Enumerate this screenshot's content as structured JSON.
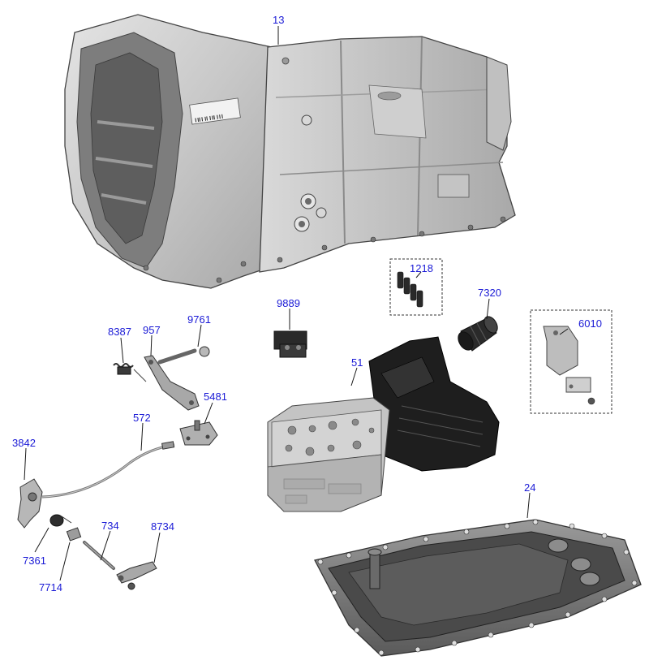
{
  "colors": {
    "callout_text": "#1a1ad6",
    "leader_line": "#1a1a1a",
    "part_metal_light": "#d4d4d4",
    "part_metal_mid": "#b3b3b3",
    "part_metal_dark": "#6e6e6e",
    "part_plastic_black": "#1c1c1c",
    "group_box_border": "#333333"
  },
  "callouts": [
    {
      "id": "13",
      "text": "13"
    },
    {
      "id": "1218",
      "text": "1218"
    },
    {
      "id": "7320",
      "text": "7320"
    },
    {
      "id": "6010",
      "text": "6010"
    },
    {
      "id": "9889",
      "text": "9889"
    },
    {
      "id": "8387",
      "text": "8387"
    },
    {
      "id": "957",
      "text": "957"
    },
    {
      "id": "9761",
      "text": "9761"
    },
    {
      "id": "51",
      "text": "51"
    },
    {
      "id": "5481",
      "text": "5481"
    },
    {
      "id": "572",
      "text": "572"
    },
    {
      "id": "3842",
      "text": "3842"
    },
    {
      "id": "24",
      "text": "24"
    },
    {
      "id": "734",
      "text": "734"
    },
    {
      "id": "8734",
      "text": "8734"
    },
    {
      "id": "7361",
      "text": "7361"
    },
    {
      "id": "7714",
      "text": "7714"
    }
  ]
}
